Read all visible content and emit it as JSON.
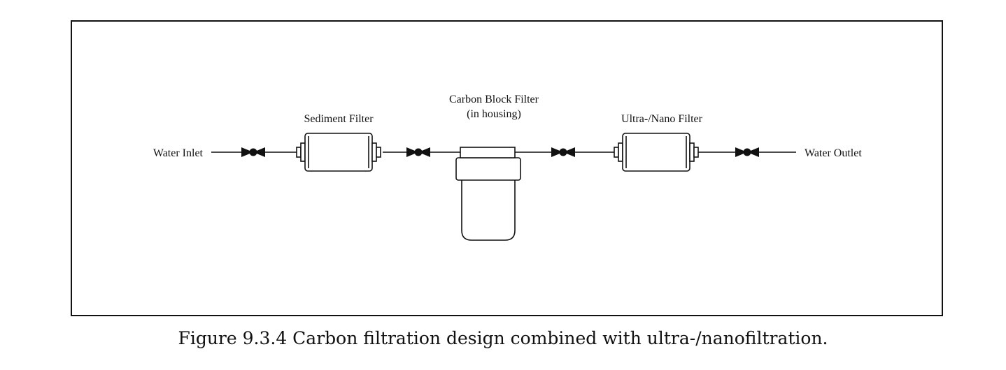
{
  "diagram": {
    "labels": {
      "water_inlet": "Water Inlet",
      "sediment_filter": "Sediment Filter",
      "carbon_block_filter_line1": "Carbon Block Filter",
      "carbon_block_filter_line2": "(in housing)",
      "ultra_nano_filter": "Ultra-/Nano Filter",
      "water_outlet": "Water Outlet"
    },
    "icons": {
      "valve": "valve-icon",
      "sediment_filter": "cartridge-filter-icon",
      "carbon_filter": "housing-filter-icon",
      "ultra_nano_filter": "cartridge-filter-icon"
    },
    "colors": {
      "line": "#111111",
      "background": "#ffffff"
    }
  },
  "caption": {
    "text": "Figure 9.3.4 Carbon filtration design combined with ultra-/nanofiltration."
  }
}
